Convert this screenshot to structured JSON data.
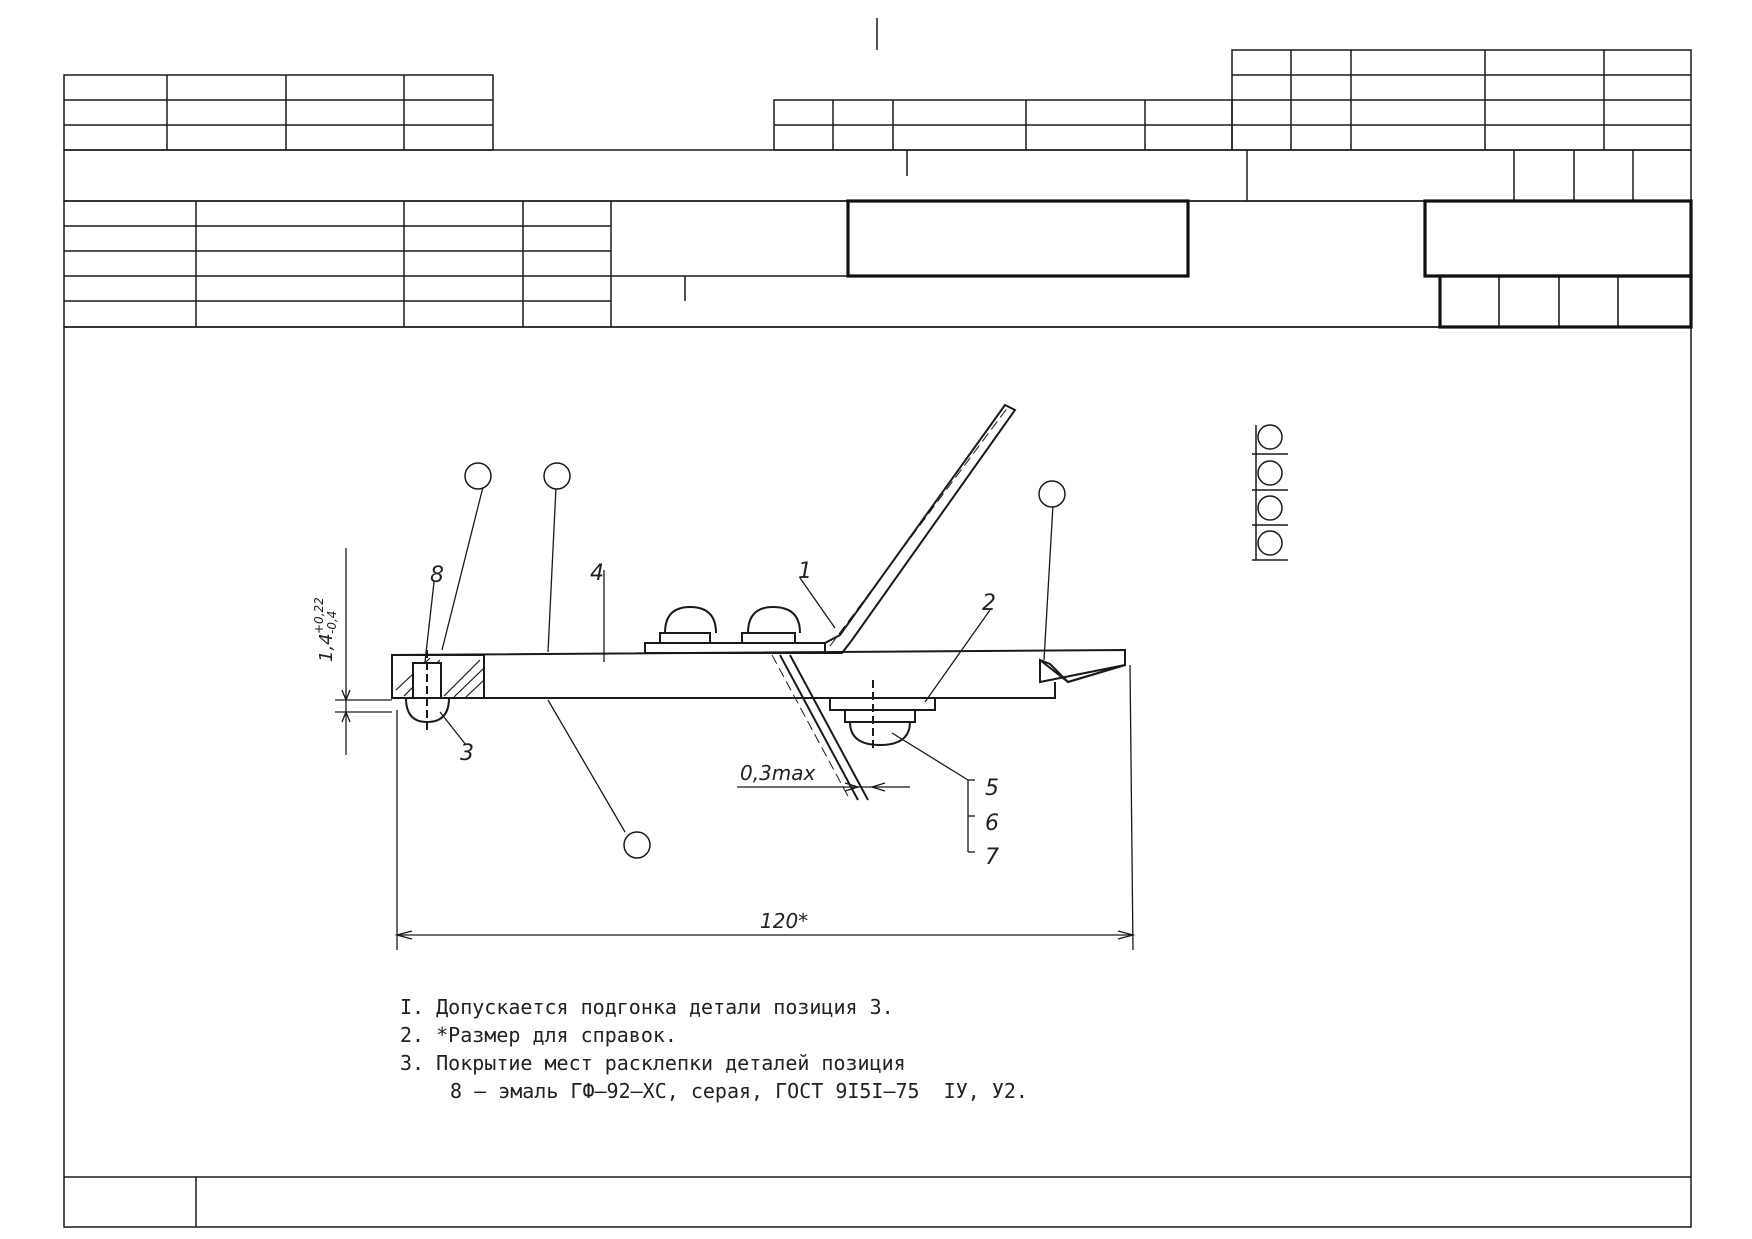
{
  "drawing": {
    "callouts": {
      "pos1": "1",
      "pos2": "2",
      "pos3": "3",
      "pos4": "4",
      "pos5": "5",
      "pos6": "6",
      "pos7": "7",
      "pos8": "8"
    },
    "dimensions": {
      "thickness": "1,4",
      "thickness_upper_tol": "+0,22",
      "thickness_lower_tol": "-0,4",
      "gap": "0,3max",
      "length": "120*"
    }
  },
  "notes": [
    "I. Допускается подгонка детали позиция 3.",
    "2. *Размер для справок.",
    "3. Покрытие мест расклепки деталей позиция",
    "8 – эмаль ГФ–92–ХС, серая, ГОСТ 9I5I–75  IУ, У2."
  ]
}
